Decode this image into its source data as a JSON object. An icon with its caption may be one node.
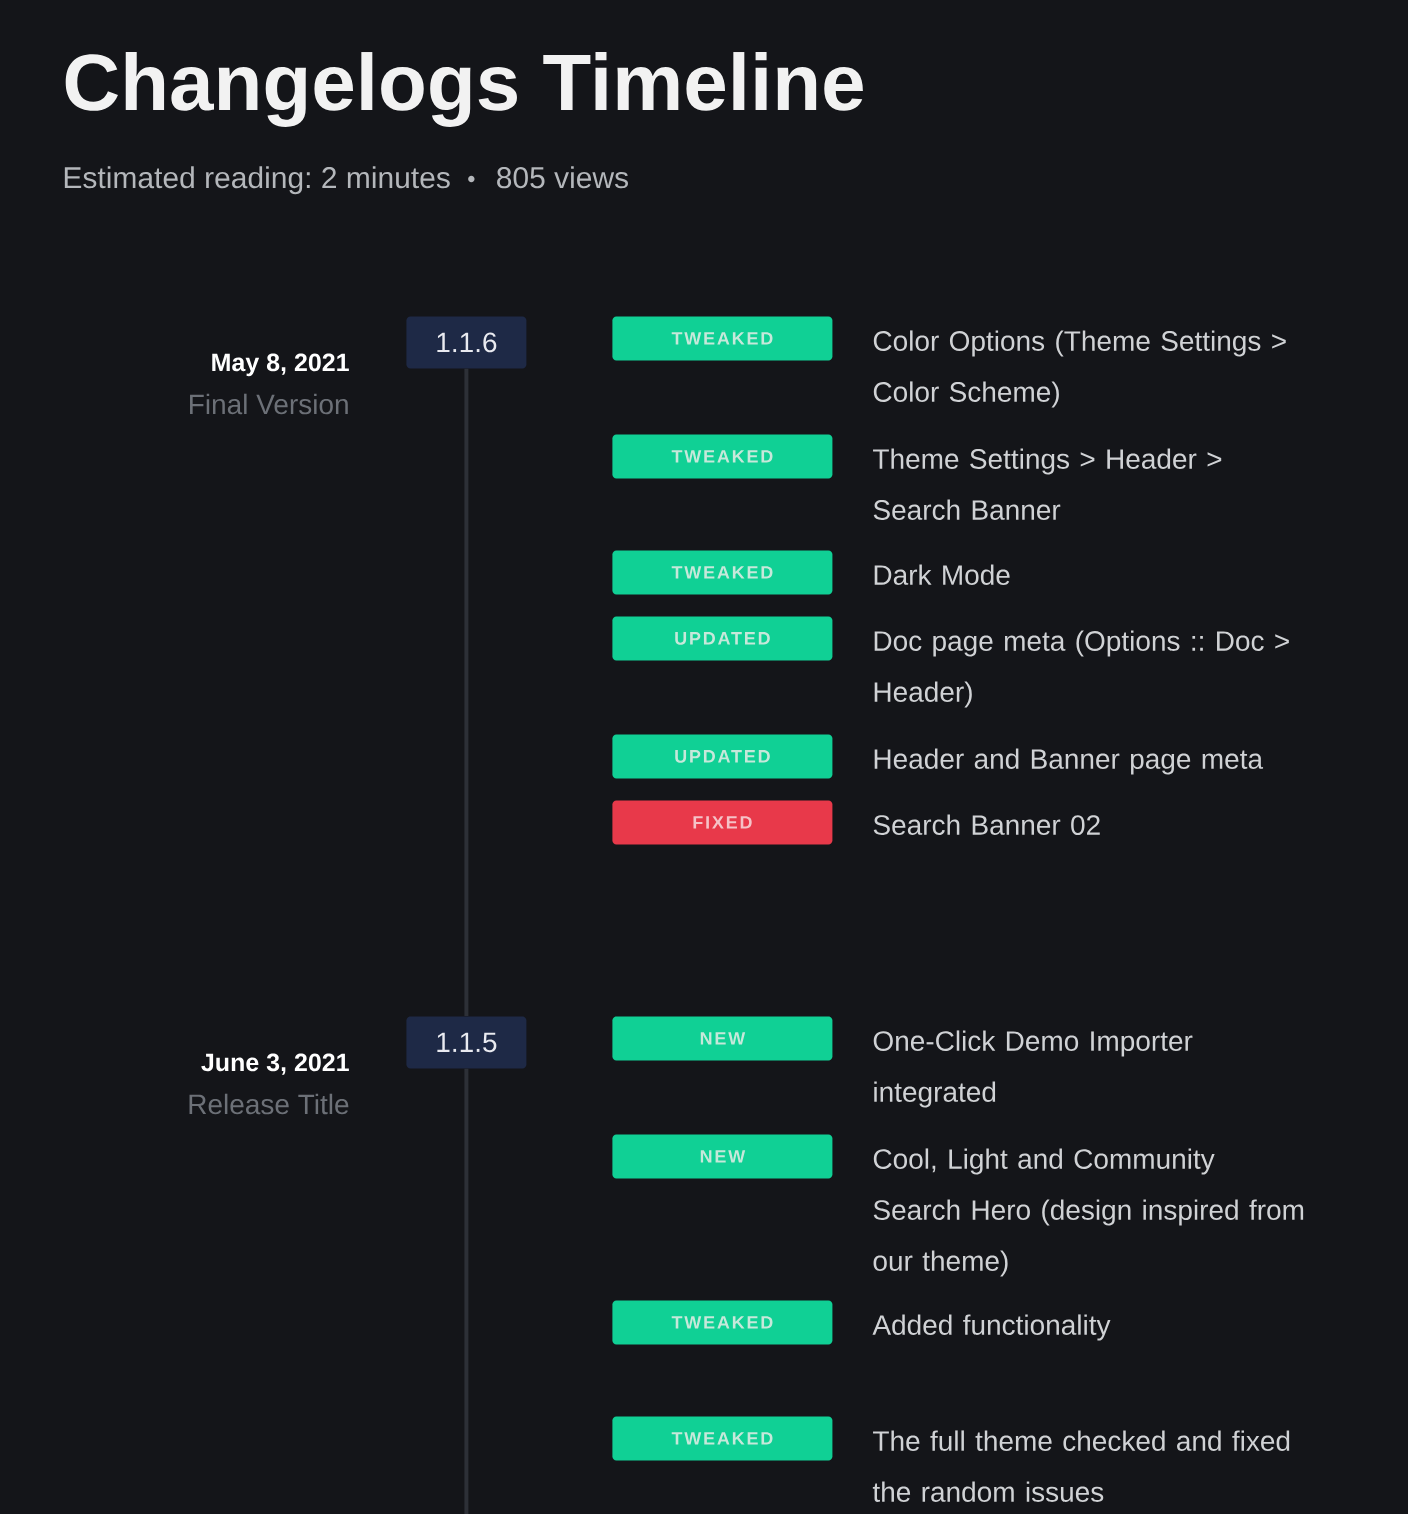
{
  "diagram": {
    "title": "Changelogs Timeline",
    "nodes": [
      {
        "text": [
          "1.1.6"
        ],
        "beside": [
          "May 8, 2021",
          "Final Version"
        ]
      },
      {
        "text": [
          "TWEAKED"
        ],
        "beside": [
          "Color Options (Theme Settings > Color Scheme)"
        ]
      },
      {
        "text": [
          "TWEAKED"
        ],
        "beside": [
          "Theme Settings > Header > Search Banner"
        ]
      },
      {
        "text": [
          "TWEAKED"
        ],
        "beside": [
          "Dark Mode"
        ]
      },
      {
        "text": [
          "UPDATED"
        ],
        "beside": [
          "Doc page meta (Options :: Doc > Header)"
        ]
      },
      {
        "text": [
          "UPDATED"
        ],
        "beside": [
          "Header and Banner page meta"
        ]
      },
      {
        "text": [
          "FIXED"
        ],
        "beside": [
          "Search Banner 02"
        ]
      },
      {
        "text": [
          "1.1.5"
        ],
        "beside": [
          "June 3, 2021",
          "Release Title"
        ]
      },
      {
        "text": [
          "NEW"
        ],
        "beside": [
          "One-Click Demo Importer integrated"
        ]
      },
      {
        "text": [
          "NEW"
        ],
        "beside": [
          "Cool, Light and Community Search Hero (design inspired from our theme)"
        ]
      },
      {
        "text": [
          "TWEAKED"
        ],
        "beside": [
          "Added functionality"
        ]
      },
      {
        "text": [
          "TWEAKED"
        ],
        "beside": [
          "The full theme checked and fixed the random issues"
        ]
      }
    ],
    "edges": [
      {
        "from": 0,
        "to": 7,
        "arrow": "none"
      },
      {
        "from": 7,
        "to": null,
        "arrow": "none"
      }
    ],
    "labels": [
      "Estimated reading: 2 minutes",
      "805 views"
    ]
  }
}
